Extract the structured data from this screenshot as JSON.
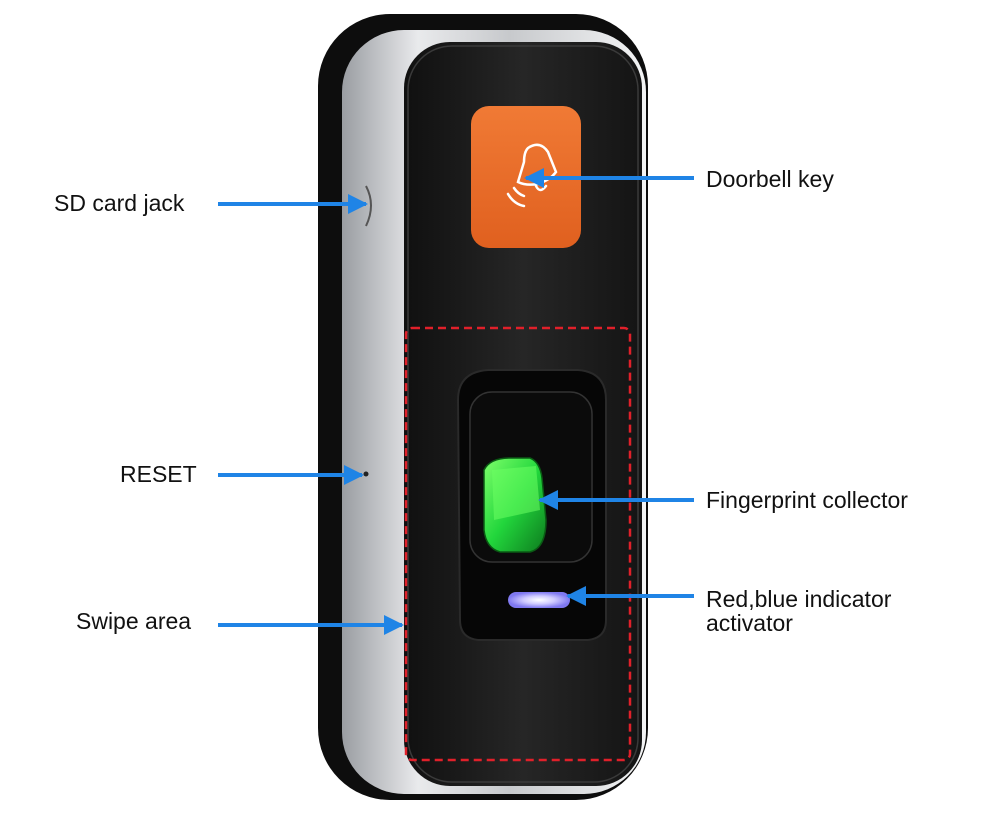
{
  "labels": {
    "sd_card_jack": "SD card jack",
    "reset": "RESET",
    "swipe_area": "Swipe area",
    "doorbell_key": "Doorbell key",
    "fingerprint_collector": "Fingerprint collector",
    "indicator_line1": "Red,blue indicator",
    "indicator_line2": "activator"
  },
  "colors": {
    "arrow": "#1f84e6",
    "doorbell_button": "#e8692a",
    "fingerprint_glow": "#2fe04a",
    "indicator_led": "#a8a4ff",
    "dashed_border": "#e0202a",
    "device_body": "#1c1c1c",
    "silver_frame": "#cfd1d4"
  },
  "icons": {
    "doorbell": "bell-ringing-icon"
  }
}
